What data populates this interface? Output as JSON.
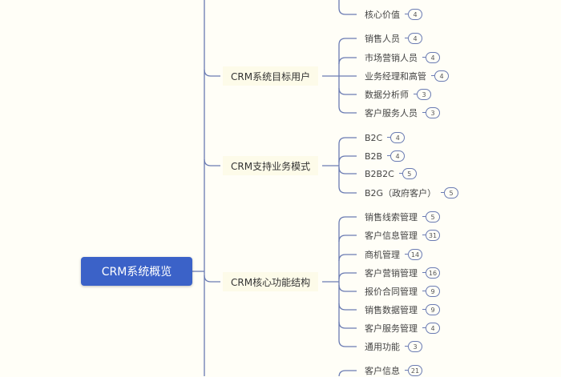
{
  "root": {
    "label": "CRM系统概览"
  },
  "top_partial": {
    "leaf": {
      "label": "核心价值",
      "count": "4"
    }
  },
  "branches": [
    {
      "label": "CRM系统目标用户",
      "children": [
        {
          "label": "销售人员",
          "count": "4"
        },
        {
          "label": "市场营销人员",
          "count": "4"
        },
        {
          "label": "业务经理和高管",
          "count": "4"
        },
        {
          "label": "数据分析师",
          "count": "3"
        },
        {
          "label": "客户服务人员",
          "count": "3"
        }
      ]
    },
    {
      "label": "CRM支持业务模式",
      "children": [
        {
          "label": "B2C",
          "count": "4"
        },
        {
          "label": "B2B",
          "count": "4"
        },
        {
          "label": "B2B2C",
          "count": "5"
        },
        {
          "label": "B2G（政府客户）",
          "count": "5"
        }
      ]
    },
    {
      "label": "CRM核心功能结构",
      "children": [
        {
          "label": "销售线索管理",
          "count": "5"
        },
        {
          "label": "客户信息管理",
          "count": "31"
        },
        {
          "label": "商机管理",
          "count": "14"
        },
        {
          "label": "客户营销管理",
          "count": "16"
        },
        {
          "label": "报价合同管理",
          "count": "9"
        },
        {
          "label": "销售数据管理",
          "count": "9"
        },
        {
          "label": "客户服务管理",
          "count": "4"
        },
        {
          "label": "通用功能",
          "count": "3"
        }
      ]
    }
  ],
  "bottom_partial": {
    "leaf": {
      "label": "客户信息",
      "count": "21"
    }
  },
  "colors": {
    "root": "#3b62c8",
    "line": "#6a7bb3",
    "background": "#fffef7"
  }
}
